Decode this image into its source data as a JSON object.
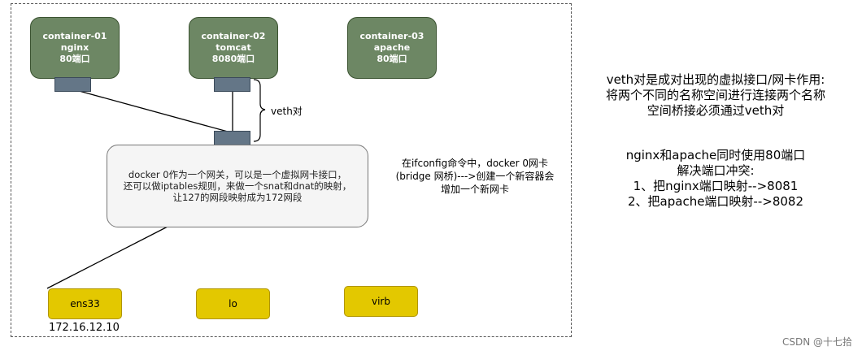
{
  "containers": [
    {
      "name": "container-01",
      "app": "nginx",
      "port": "80端口"
    },
    {
      "name": "container-02",
      "app": "tomcat",
      "port": "8080端口"
    },
    {
      "name": "container-03",
      "app": "apache",
      "port": "80端口"
    }
  ],
  "veth_label": "veth对",
  "bridge": {
    "lines": [
      "docker 0作为一个网关，可以是一个虚拟网卡接口，",
      "还可以做iptables规则，来做一个snat和dnat的映射，",
      "让127的网段映射成为172网段"
    ]
  },
  "ifconfig_note": {
    "lines": [
      "在ifconfig命令中，docker 0网卡",
      "(bridge 网桥)--->创建一个新容器会",
      "增加一个新网卡"
    ]
  },
  "nics": [
    {
      "label": "ens33",
      "ip": "172.16.12.10"
    },
    {
      "label": "lo"
    },
    {
      "label": "virb"
    }
  ],
  "side_notes": {
    "veth": [
      "veth对是成对出现的虚拟接口/网卡作用:",
      "将两个不同的名称空间进行连接两个名称",
      "空间桥接必须通过veth对"
    ],
    "ports": [
      "nginx和apache同时使用80端口",
      "解决端口冲突:",
      "1、把nginx端口映射-->8081",
      "2、把apache端口映射-->8082"
    ]
  },
  "watermark": "CSDN @十七拾"
}
